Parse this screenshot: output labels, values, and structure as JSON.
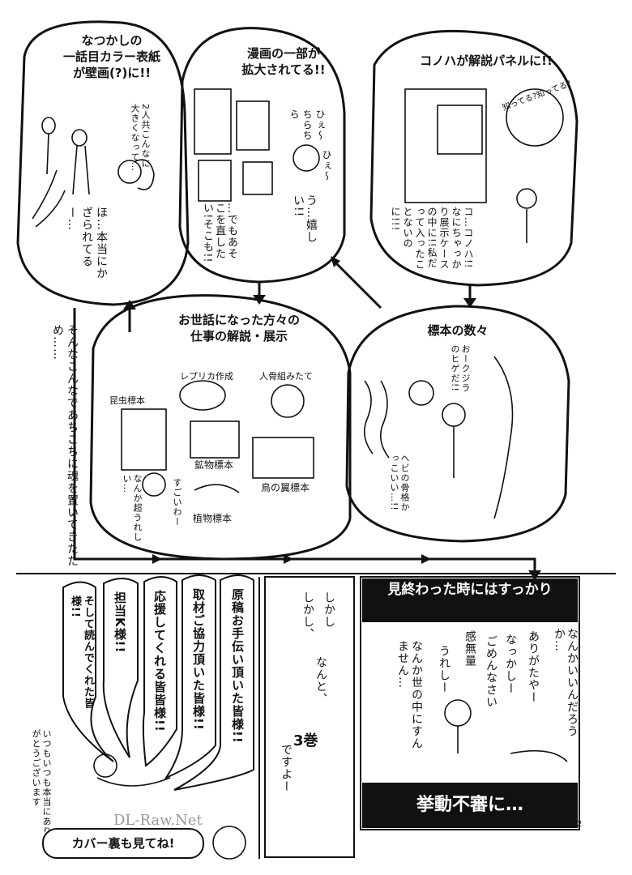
{
  "panels": {
    "top_left": {
      "heading": [
        "なつかしの",
        "一話目カラー表紙",
        "が壁画(?)に!!"
      ],
      "bubble": "2人共こんなに大きくなって…",
      "caption": "ほ…本当にかざられてるー…"
    },
    "top_middle": {
      "heading": [
        "漫画の一部が",
        "拡大されてる!!"
      ],
      "sfx1": "ひぇ〜ちらちら",
      "sfx2": "ひぇ〜",
      "speech1": "う…嬉しい!!",
      "speech2": "…でもあそこを直したい!そこも!!"
    },
    "top_right": {
      "heading": "コノハが解説パネルに!!",
      "owl_bubble": "知ってる?知ってる?",
      "caption": "コ…コノハ!!なにちゃっかり展示ケースの中に!!私だって入ったことないのに!!!"
    },
    "center": {
      "heading": [
        "お世話になった方々の",
        "仕事の解説・展示"
      ],
      "labels": {
        "insects": "昆虫標本",
        "replica": "レプリカ作成",
        "skull": "人骨組みたて",
        "minerals": "鉱物標本",
        "birds": "鳥の翼標本",
        "plants": "植物標本"
      },
      "speech": "なんか超うれしい…",
      "sfx": "すごいわー"
    },
    "right": {
      "heading": "標本の数々",
      "bubble1": "おークジラのヒゲだ!!",
      "bubble2": "ヘビの骨格かっこいい…!!"
    },
    "side_text": "そんなこんなであちこちに魂を置いてきたため……"
  },
  "bottom": {
    "thanks": [
      "そして読んでくれた皆様!!",
      "担当K様!!",
      "応援してくれる皆皆様!!",
      "取材ご協力頂いた皆様!!",
      "原稿お手伝い頂いた皆様!!"
    ],
    "always": "いつもいつも本当にありがとうございます",
    "cover_note": "カバー裏も見てね!",
    "middle": {
      "line1": "しかし",
      "line2": "しかし、",
      "line3": "なんと、",
      "volume": "3巻",
      "line4": "ですよー"
    },
    "right": {
      "title": "見終わった時にはすっかり",
      "text1": "なんかいいんだろうか…",
      "text2": "ありがたやー",
      "text3": "なっかしー",
      "text4": "ごめんなさい",
      "text5": "感無量",
      "text6": "うれしー",
      "text7": "なんか世の中にすんません…",
      "footer": "挙動不審に…"
    },
    "watermark": "DL-Raw.Net",
    "page_number": "2"
  }
}
